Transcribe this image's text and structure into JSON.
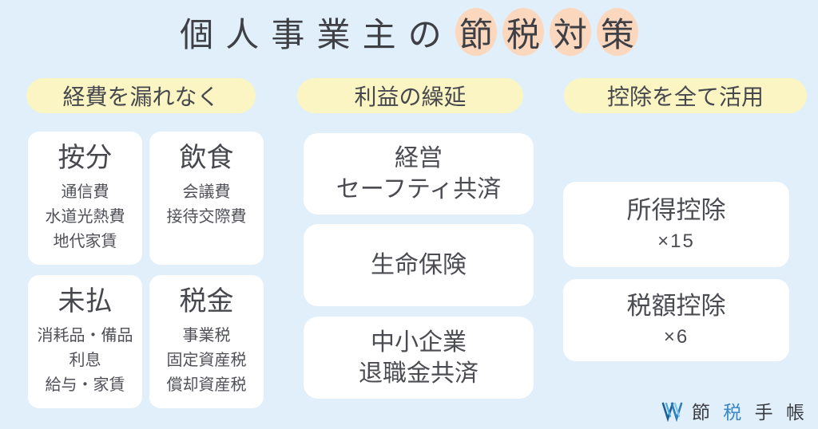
{
  "title": {
    "plain": "個人事業主の",
    "highlighted": [
      "節",
      "税",
      "対",
      "策"
    ]
  },
  "columns": [
    {
      "header": "経費を漏れなく",
      "cards": [
        {
          "title": "按分",
          "items": [
            "通信費",
            "水道光熱費",
            "地代家賃"
          ]
        },
        {
          "title": "飲食",
          "items": [
            "会議費",
            "接待交際費"
          ]
        },
        {
          "title": "未払",
          "items": [
            "消耗品・備品",
            "利息",
            "給与・家賃"
          ]
        },
        {
          "title": "税金",
          "items": [
            "事業税",
            "固定資産税",
            "償却資産税"
          ]
        }
      ]
    },
    {
      "header": "利益の繰延",
      "cards": [
        {
          "lines": [
            "経営",
            "セーフティ共済"
          ]
        },
        {
          "lines": [
            "生命保険"
          ]
        },
        {
          "lines": [
            "中小企業",
            "退職金共済"
          ]
        }
      ]
    },
    {
      "header": "控除を全て活用",
      "cards": [
        {
          "main": "所得控除",
          "count": "×15"
        },
        {
          "main": "税額控除",
          "count": "×6"
        }
      ]
    }
  ],
  "logo": {
    "mark_icon": "w-stripes-logo",
    "text_parts": [
      {
        "text": "節"
      },
      {
        "text": "税"
      },
      {
        "text": "手"
      },
      {
        "text": "帳"
      }
    ]
  },
  "colors": {
    "background": "#e1effb",
    "header_pill": "#faf5c2",
    "highlight_circle": "#fbd7bd",
    "card": "#ffffff",
    "text": "#46474d",
    "logo_blue": "#3a87c8",
    "logo_dark_blue": "#1e5f98"
  }
}
